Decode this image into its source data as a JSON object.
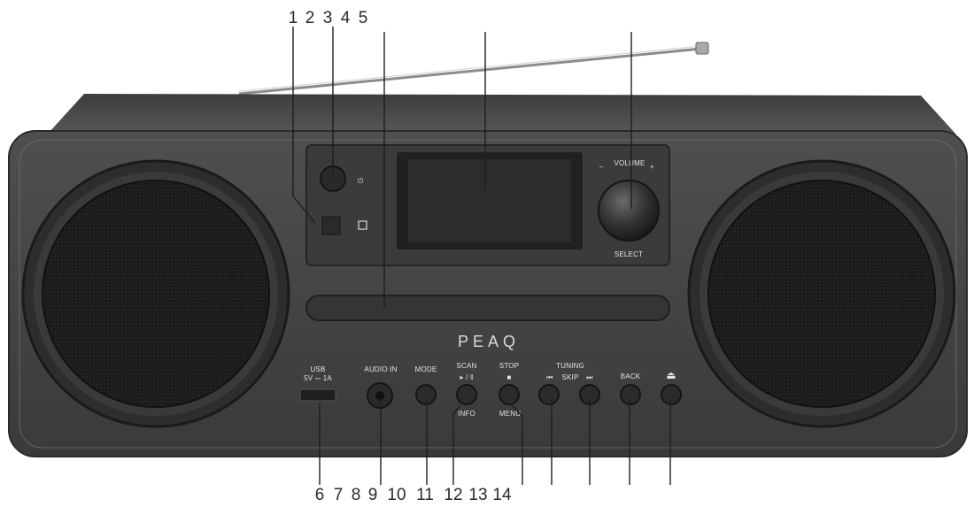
{
  "device": {
    "brand": "PEAQ",
    "colors": {
      "cabinet": "#454545",
      "cabinet_light": "#5a5a5a",
      "cabinet_top": "#4e4e4e",
      "speaker_rim": "#2b2b2b",
      "speaker_grille": "#1c1c1c",
      "screen": "#2a2a2a",
      "button": "#2b2b2b",
      "label": "#e4e4e4",
      "leader_line": "#1e1e1e"
    }
  },
  "panel_labels": {
    "usb": "USB",
    "usb_rating": "5V ⎓ 1A",
    "audio_in": "AUDIO IN",
    "mode": "MODE",
    "scan": "SCAN",
    "play_pause": "▸ / ‖",
    "info": "INFO",
    "stop": "STOP",
    "stop_symbol": "■",
    "menu": "MENU",
    "tuning": "TUNING",
    "prev_symbol": "⏮",
    "skip": "SKIP",
    "next_symbol": "⏭",
    "back": "BACK",
    "eject_symbol": "⏏",
    "volume": "VOLUME",
    "volume_minus": "–",
    "volume_plus": "+",
    "select": "SELECT",
    "power_symbol": "⏻"
  },
  "callouts": {
    "top": [
      "1",
      "2",
      "3",
      "4",
      "5"
    ],
    "bottom": [
      "6",
      "7",
      "8",
      "9",
      "10",
      "11",
      "12",
      "13",
      "14"
    ]
  }
}
